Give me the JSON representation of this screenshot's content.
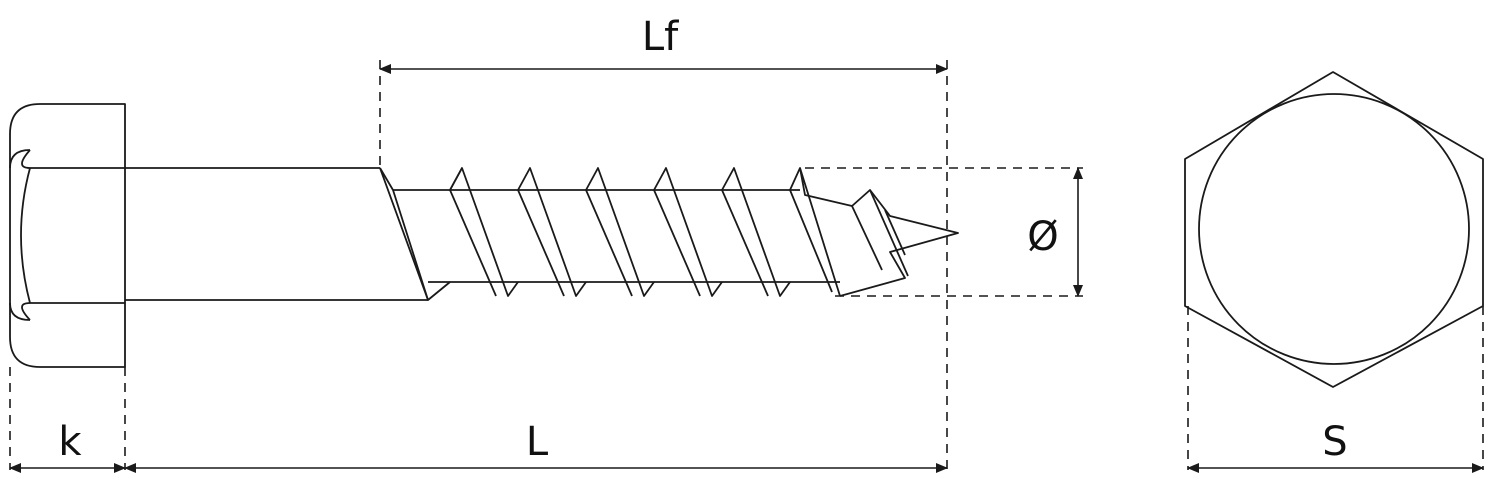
{
  "labels": {
    "thread_length": "Lf",
    "length": "L",
    "head_height": "k",
    "diameter": "Ø",
    "across_flats": "S"
  }
}
